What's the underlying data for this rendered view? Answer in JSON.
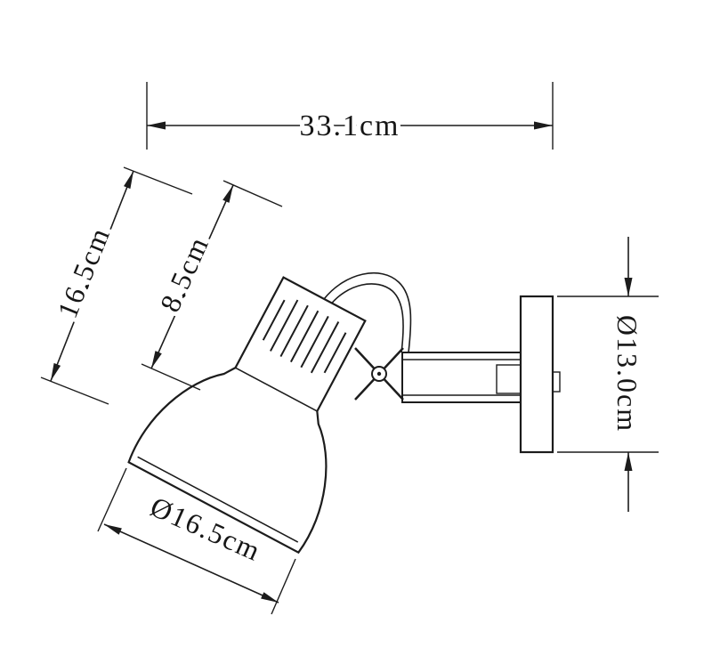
{
  "labels": {
    "total_width": "33.1cm",
    "head_length": "16.5cm",
    "body_length": "8.5cm",
    "shade_diameter": "Ø16.5cm",
    "base_diameter": "Ø13.0cm"
  },
  "colors": {
    "ink": "#1c1c1c",
    "background": "#ffffff"
  }
}
